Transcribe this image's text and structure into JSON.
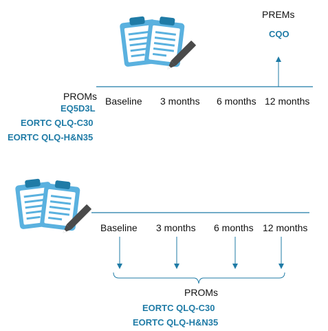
{
  "colors": {
    "primary": "#1F7BA6",
    "icon_light": "#5AB1DF",
    "icon_dark": "#1F7BA6",
    "pencil": "#4A4A4A",
    "text": "#111111"
  },
  "top": {
    "icon": "clipboard-pencil-icon",
    "prems_label": "PREMs",
    "prems_item": "CQO",
    "proms_label": "PROMs",
    "proms_items": [
      "EQ5D3L",
      "EORTC QLQ-C30",
      "EORTC QLQ-H&N35"
    ],
    "timepoints": [
      "Baseline",
      "3 months",
      "6 months",
      "12 months"
    ]
  },
  "bottom": {
    "icon": "clipboard-pencil-icon",
    "timepoints": [
      "Baseline",
      "3 months",
      "6 months",
      "12 months"
    ],
    "proms_label": "PROMs",
    "proms_items": [
      "EORTC QLQ-C30",
      "EORTC QLQ-H&N35"
    ]
  }
}
